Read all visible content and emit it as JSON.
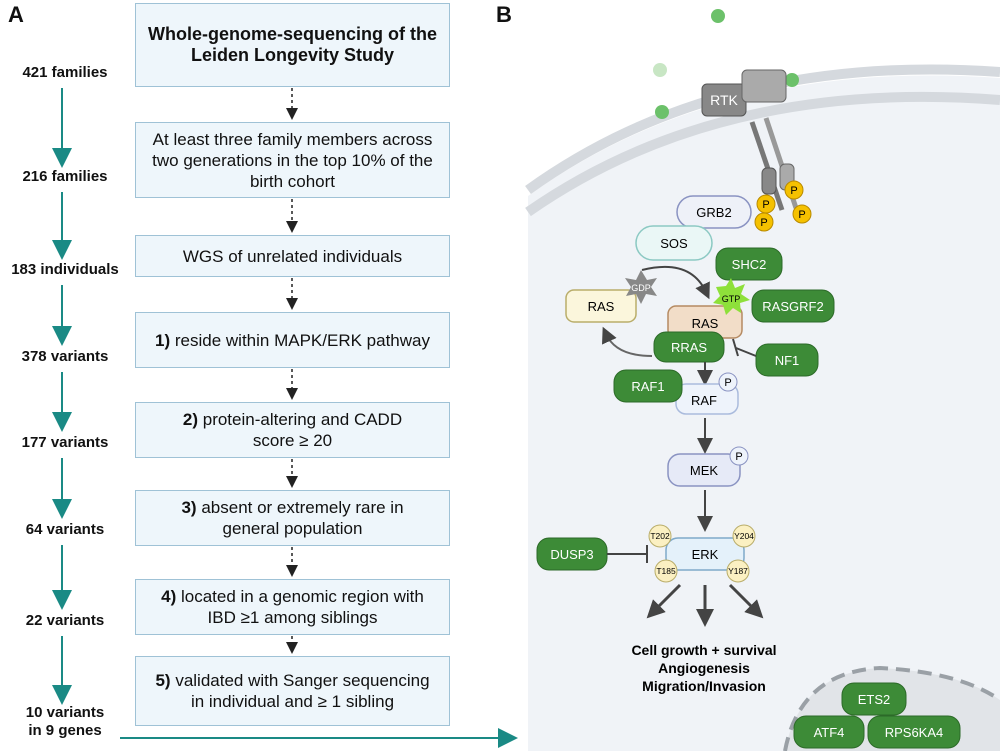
{
  "panel_a": {
    "letter": "A",
    "counts": [
      {
        "label": "421 families"
      },
      {
        "label": "216 families"
      },
      {
        "label": "183 individuals"
      },
      {
        "label": "378 variants"
      },
      {
        "label": "177 variants"
      },
      {
        "label": "64 variants"
      },
      {
        "label": "22 variants"
      },
      {
        "label": "10 variants\nin 9 genes"
      }
    ],
    "steps": [
      {
        "number": "",
        "text": "Whole-genome-sequencing of the\nLeiden Longevity Study"
      },
      {
        "number": "",
        "text": "At least three family members across two generations in the top 10% of the birth cohort"
      },
      {
        "number": "",
        "text": "WGS of unrelated individuals"
      },
      {
        "number": "1)",
        "text": "reside within MAPK/ERK pathway"
      },
      {
        "number": "2)",
        "text": "protein-altering and CADD score ≥ 20"
      },
      {
        "number": "3)",
        "text": "absent or extremely rare in general population"
      },
      {
        "number": "4)",
        "text": "located in a genomic region with IBD ≥1 among siblings"
      },
      {
        "number": "5)",
        "text": "validated with Sanger sequencing in individual and ≥ 1 sibling"
      }
    ]
  },
  "panel_b": {
    "letter": "B",
    "labels": {
      "rtk": "RTK",
      "p": "P",
      "grb2": "GRB2",
      "sos": "SOS",
      "shc2": "SHC2",
      "gdp": "GDP",
      "gtp": "GTP",
      "ras_inactive": "RAS",
      "ras_active": "RAS",
      "rasgrf2": "RASGRF2",
      "rras": "RRAS",
      "nf1": "NF1",
      "raf1": "RAF1",
      "raf": "RAF",
      "mek": "MEK",
      "erk": "ERK",
      "dusp3": "DUSP3",
      "t202": "T202",
      "y204": "Y204",
      "t185": "T185",
      "y187": "Y187",
      "ets2": "ETS2",
      "atf4": "ATF4",
      "rps6ka4": "RPS6KA4"
    },
    "outcomes": [
      "Cell growth + survival",
      "Angiogenesis",
      "Migration/Invasion"
    ],
    "colors": {
      "green": "#3d8b37",
      "teal": "#1a8a85",
      "phospho": "#f5c100"
    }
  }
}
